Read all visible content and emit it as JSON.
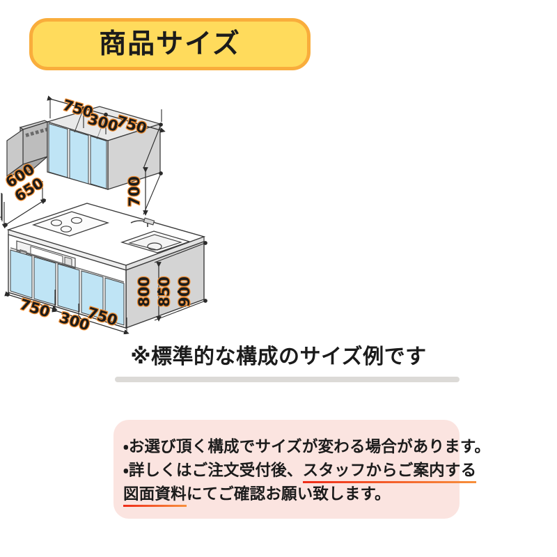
{
  "header": {
    "title": "商品サイズ",
    "badge_fill": "#ffdb5c",
    "badge_border": "#f9ad3c"
  },
  "diagram": {
    "name": "system-kitchen-isometric-dimension-drawing",
    "description": "システムキッチンの立体寸法図（吊戸棚・レンジフード・コンロ・シンク）",
    "colors": {
      "door_blue": "#bfe4f5",
      "body_gray": "#d9d9d9",
      "hood_gray": "#b8b8b8",
      "counter_white": "#ffffff",
      "outline": "#3a3a3a",
      "dim_outline": "#f08c2e"
    },
    "dimensions": {
      "upper_widths": [
        "750",
        "300",
        "750"
      ],
      "upper_height": "700",
      "depths": [
        "600",
        "650"
      ],
      "depth_separator": "・",
      "lower_widths_top": [
        "750"
      ],
      "lower_widths_bottom": [
        "300",
        "750"
      ],
      "lower_heights": [
        "800",
        "850",
        "900"
      ],
      "height_separator": "・"
    }
  },
  "caption": {
    "text": "※標準的な構成のサイズ例です"
  },
  "divider": {
    "color": "#dcdad7"
  },
  "note": {
    "box_fill": "#fbe4e0",
    "underline_color": "#ef2b18",
    "lines": [
      {
        "bullet": "・",
        "plain_before": "お選び頂く構成でサイズが変わる場合があります。",
        "underlined": "",
        "plain_after": ""
      },
      {
        "bullet": "・",
        "plain_before": "詳しくはご注文受付後、",
        "underlined": "スタッフからご案内する",
        "plain_after": ""
      },
      {
        "bullet": "",
        "plain_before": "",
        "underlined": "図面資料",
        "plain_after": "にてご確認お願い致します。"
      }
    ]
  }
}
